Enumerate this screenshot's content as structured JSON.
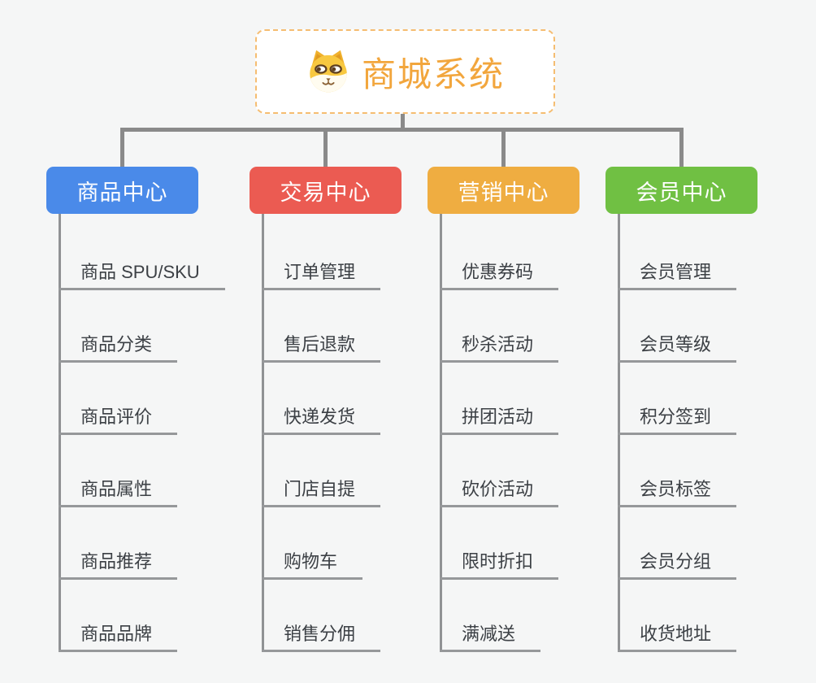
{
  "canvas": {
    "background": "#f5f6f6",
    "connector_color": "#8a8a8a",
    "leaf_line_color": "#96989a",
    "leaf_text_color": "#3c4045"
  },
  "root": {
    "title": "商城系统",
    "title_color": "#f2a63d",
    "border_color": "#f5bd71",
    "icon": "dog-face-icon"
  },
  "branches": [
    {
      "label": "商品中心",
      "color": "#4a8ae9",
      "children": [
        "商品 SPU/SKU",
        "商品分类",
        "商品评价",
        "商品属性",
        "商品推荐",
        "商品品牌"
      ]
    },
    {
      "label": "交易中心",
      "color": "#eb5b52",
      "children": [
        "订单管理",
        "售后退款",
        "快递发货",
        "门店自提",
        "购物车",
        "销售分佣"
      ]
    },
    {
      "label": "营销中心",
      "color": "#efad41",
      "children": [
        "优惠券码",
        "秒杀活动",
        "拼团活动",
        "砍价活动",
        "限时折扣",
        "满减送"
      ]
    },
    {
      "label": "会员中心",
      "color": "#70c043",
      "children": [
        "会员管理",
        "会员等级",
        "积分签到",
        "会员标签",
        "会员分组",
        "收货地址"
      ]
    }
  ]
}
